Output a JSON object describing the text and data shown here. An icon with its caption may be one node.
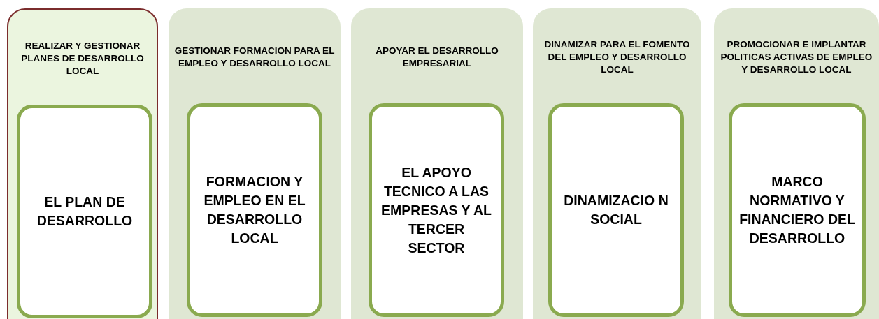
{
  "diagram": {
    "nodes": [
      {
        "text": [
          "REALIZAR Y GESTIONAR PLANES DE DESARROLLO LOCAL"
        ]
      },
      {
        "text": [
          "EL PLAN DE DESARROLLO"
        ],
        "in": 0
      },
      {
        "text": [
          "GESTIONAR FORMACION PARA EL EMPLEO Y DESARROLLO LOCAL"
        ]
      },
      {
        "text": [
          "FORMACION Y EMPLEO EN EL DESARROLLO LOCAL"
        ],
        "in": 2
      },
      {
        "text": [
          "APOYAR EL DESARROLLO EMPRESARIAL"
        ]
      },
      {
        "text": [
          "EL APOYO TECNICO A LAS EMPRESAS Y AL TERCER SECTOR"
        ],
        "in": 4
      },
      {
        "text": [
          "DINAMIZAR PARA EL FOMENTO DEL EMPLEO Y DESARROLLO LOCAL"
        ]
      },
      {
        "text": [
          "DINAMIZACIO N SOCIAL"
        ],
        "in": 6
      },
      {
        "text": [
          "PROMOCIONAR E IMPLANTAR POLITICAS ACTIVAS DE EMPLEO Y DESARROLLO LOCAL"
        ]
      },
      {
        "text": [
          "MARCO NORMATIVO Y FINANCIERO DEL DESARROLLO"
        ],
        "in": 8
      }
    ]
  }
}
